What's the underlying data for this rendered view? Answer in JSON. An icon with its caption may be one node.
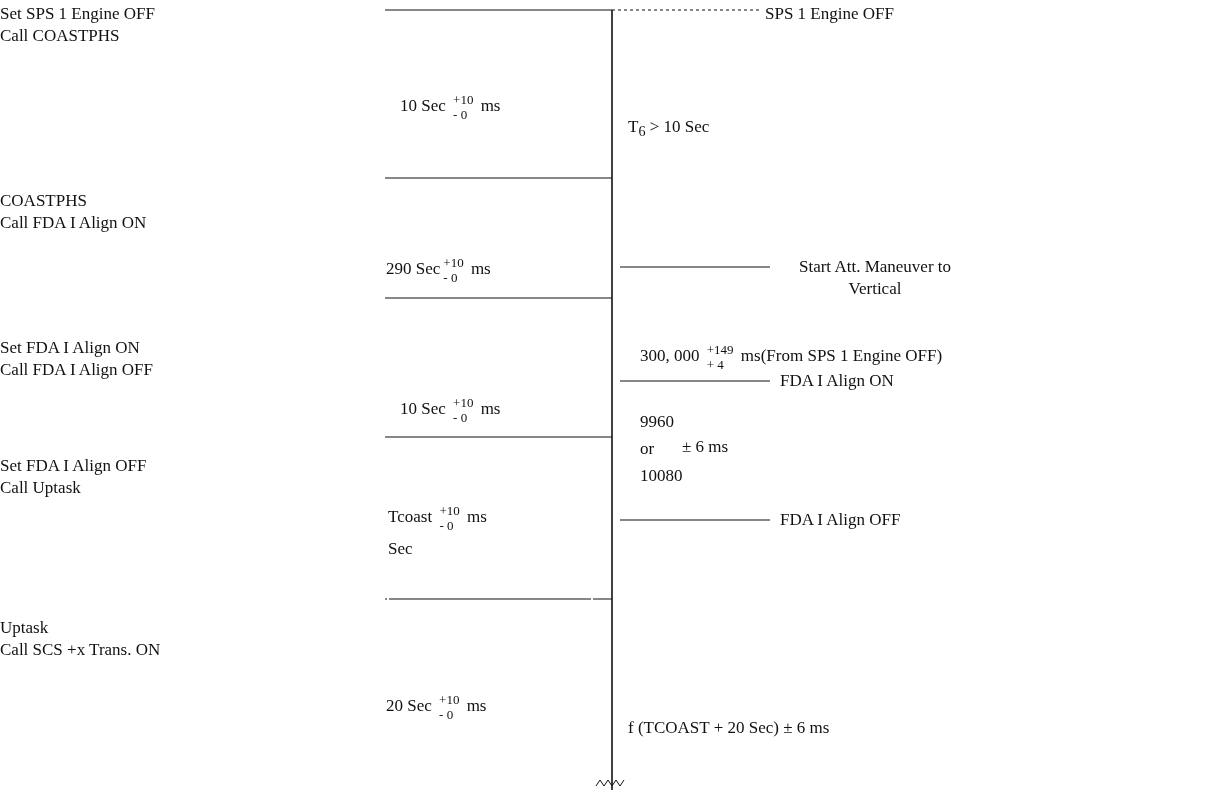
{
  "diagram": {
    "labels": [
      "Set SPS 1 Engine OFF",
      "Call COASTPHS",
      "SPS 1 Engine OFF",
      "10 Sec $^{+10}$$_{- 0}$ ms",
      "T$_{6}$ > 10 Sec",
      "COASTPHS",
      "Call FDA I Align ON",
      "290 Sec$^{+10}$$_{- 0}$ ms",
      "Start Att. Maneuver to Vertical",
      "Set FDA I Align ON",
      "Call FDA I Align OFF",
      "300, 000 $^{+149}$$_{+ 4}$ ms(From SPS 1 Engine OFF)",
      "10 Sec $^{+10}$$_{- 0}$ ms",
      "FDA I Align ON",
      "9960 or 10080",
      "± 6 ms",
      "Set FDA I Align OFF",
      "Call Uptask",
      "Tcoast $^{+10}$$_{- 0}$ ms",
      "Sec",
      "FDA I Align OFF",
      "Uptask",
      "Call SCS +x Trans. ON",
      "20 Sec $^{+10}$$_{- 0}$ ms",
      "f (TCOAST + 20 Sec) ± 6 ms"
    ]
  }
}
